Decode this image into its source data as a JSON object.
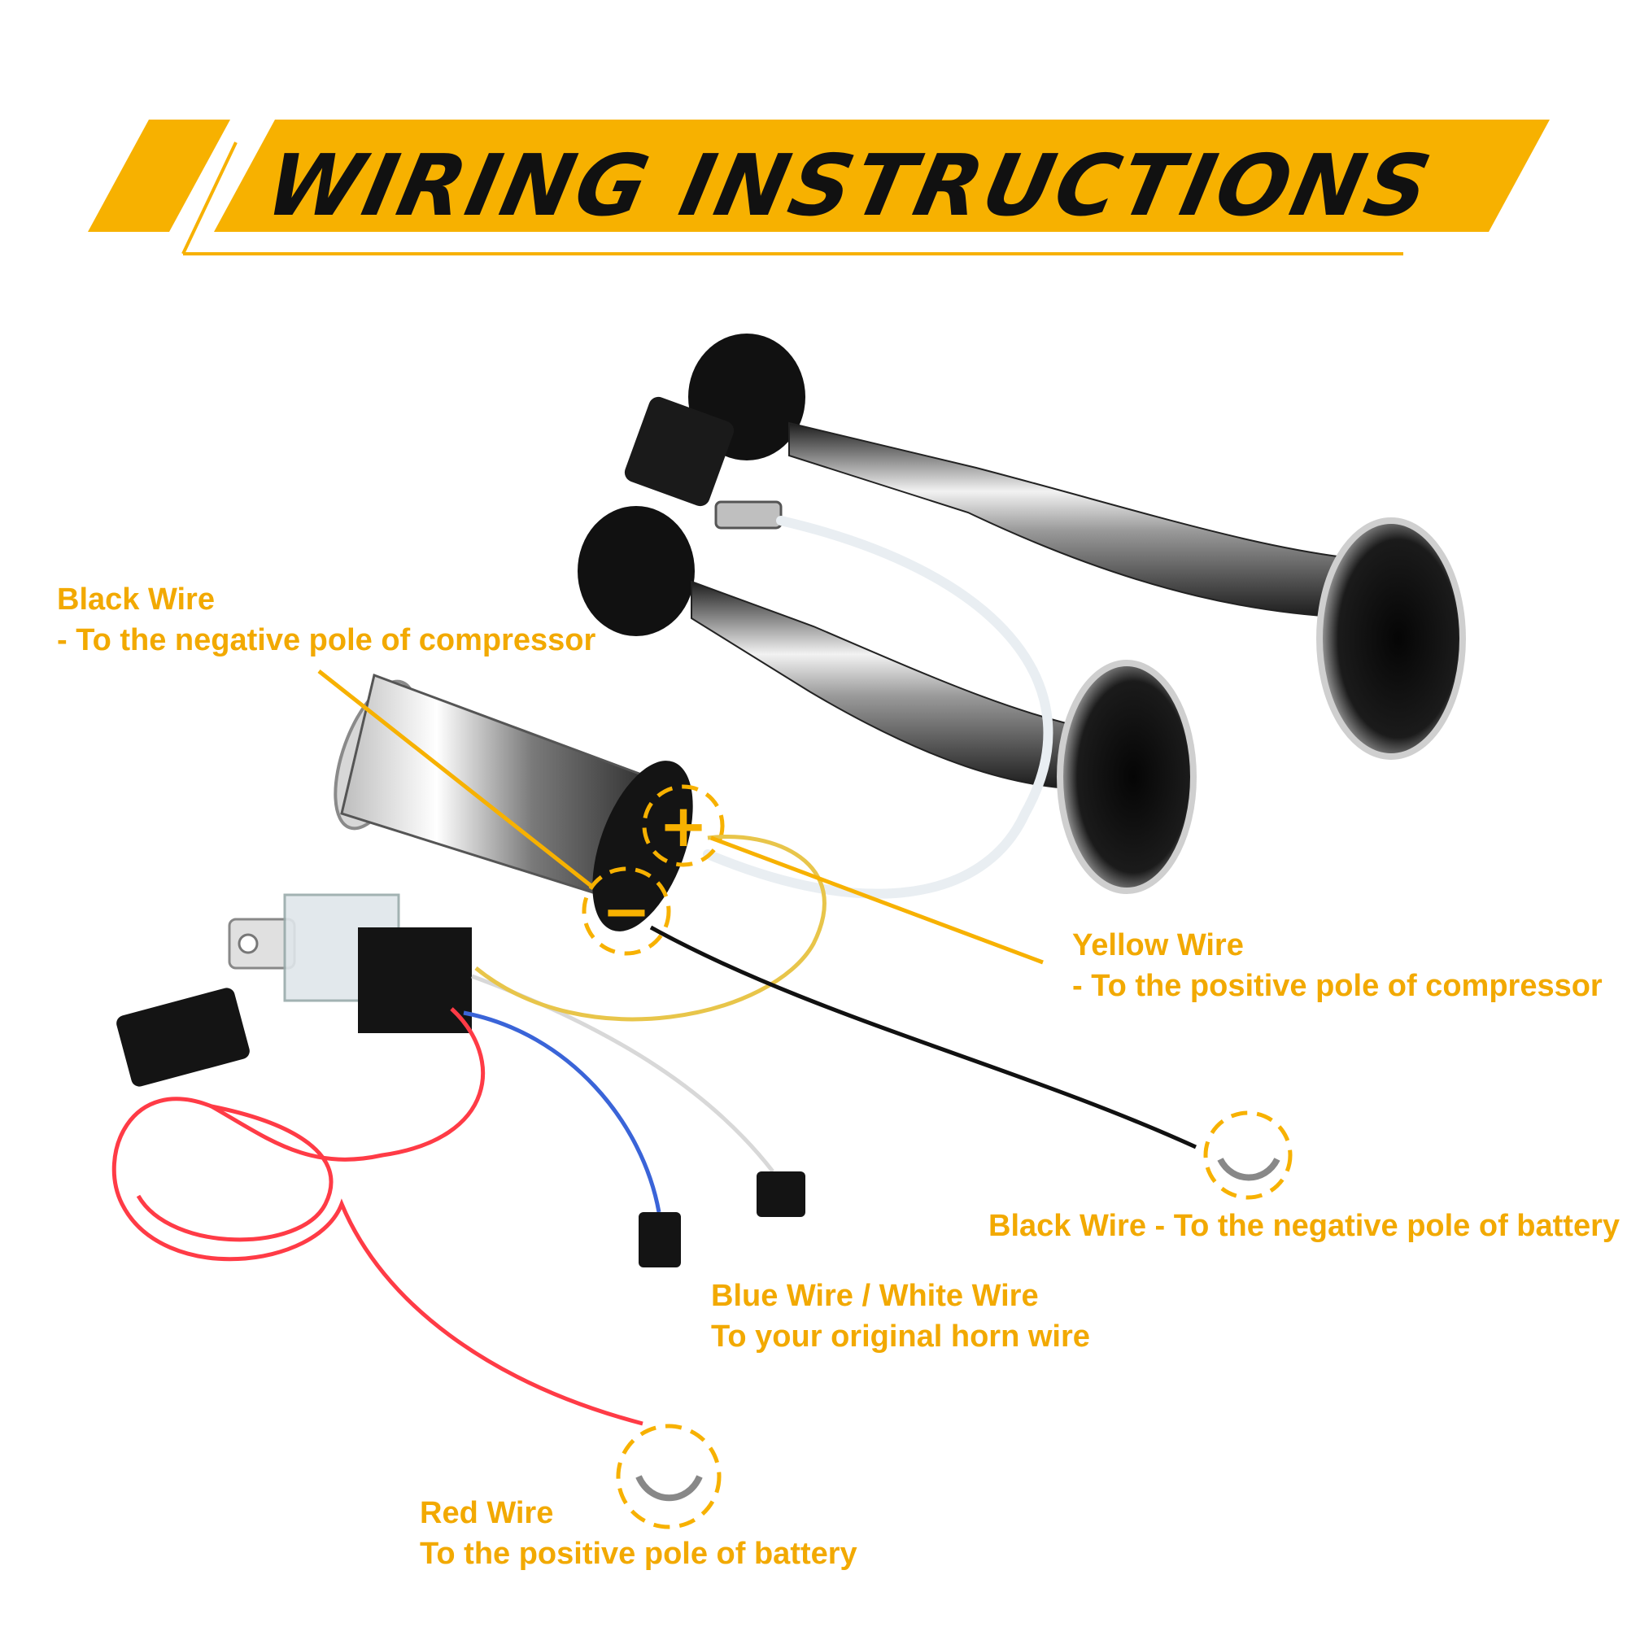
{
  "title": "WIRING INSTRUCTIONS",
  "colors": {
    "accent": "#F7B100",
    "label_text": "#F2A900",
    "title_text": "#111111",
    "chrome_dark": "#2a2a2a",
    "chrome_light": "#e8e8e8",
    "wire_red": "#ff3b46",
    "wire_blue": "#3a64d8",
    "wire_yellow": "#e8c54a",
    "wire_black": "#111111"
  },
  "labels": {
    "black_compressor": {
      "title": "Black Wire",
      "desc": "- To the negative pole of compressor"
    },
    "yellow_compressor": {
      "title": "Yellow Wire",
      "desc": "- To the positive pole of compressor"
    },
    "black_battery": {
      "title": "Black Wire - To the negative pole of battery"
    },
    "blue_white": {
      "title": "Blue Wire / White Wire",
      "desc": "To your original horn wire"
    },
    "red_battery": {
      "title": "Red Wire",
      "desc": "To the positive pole of battery"
    }
  },
  "poles": {
    "positive": "+",
    "negative": "−"
  }
}
